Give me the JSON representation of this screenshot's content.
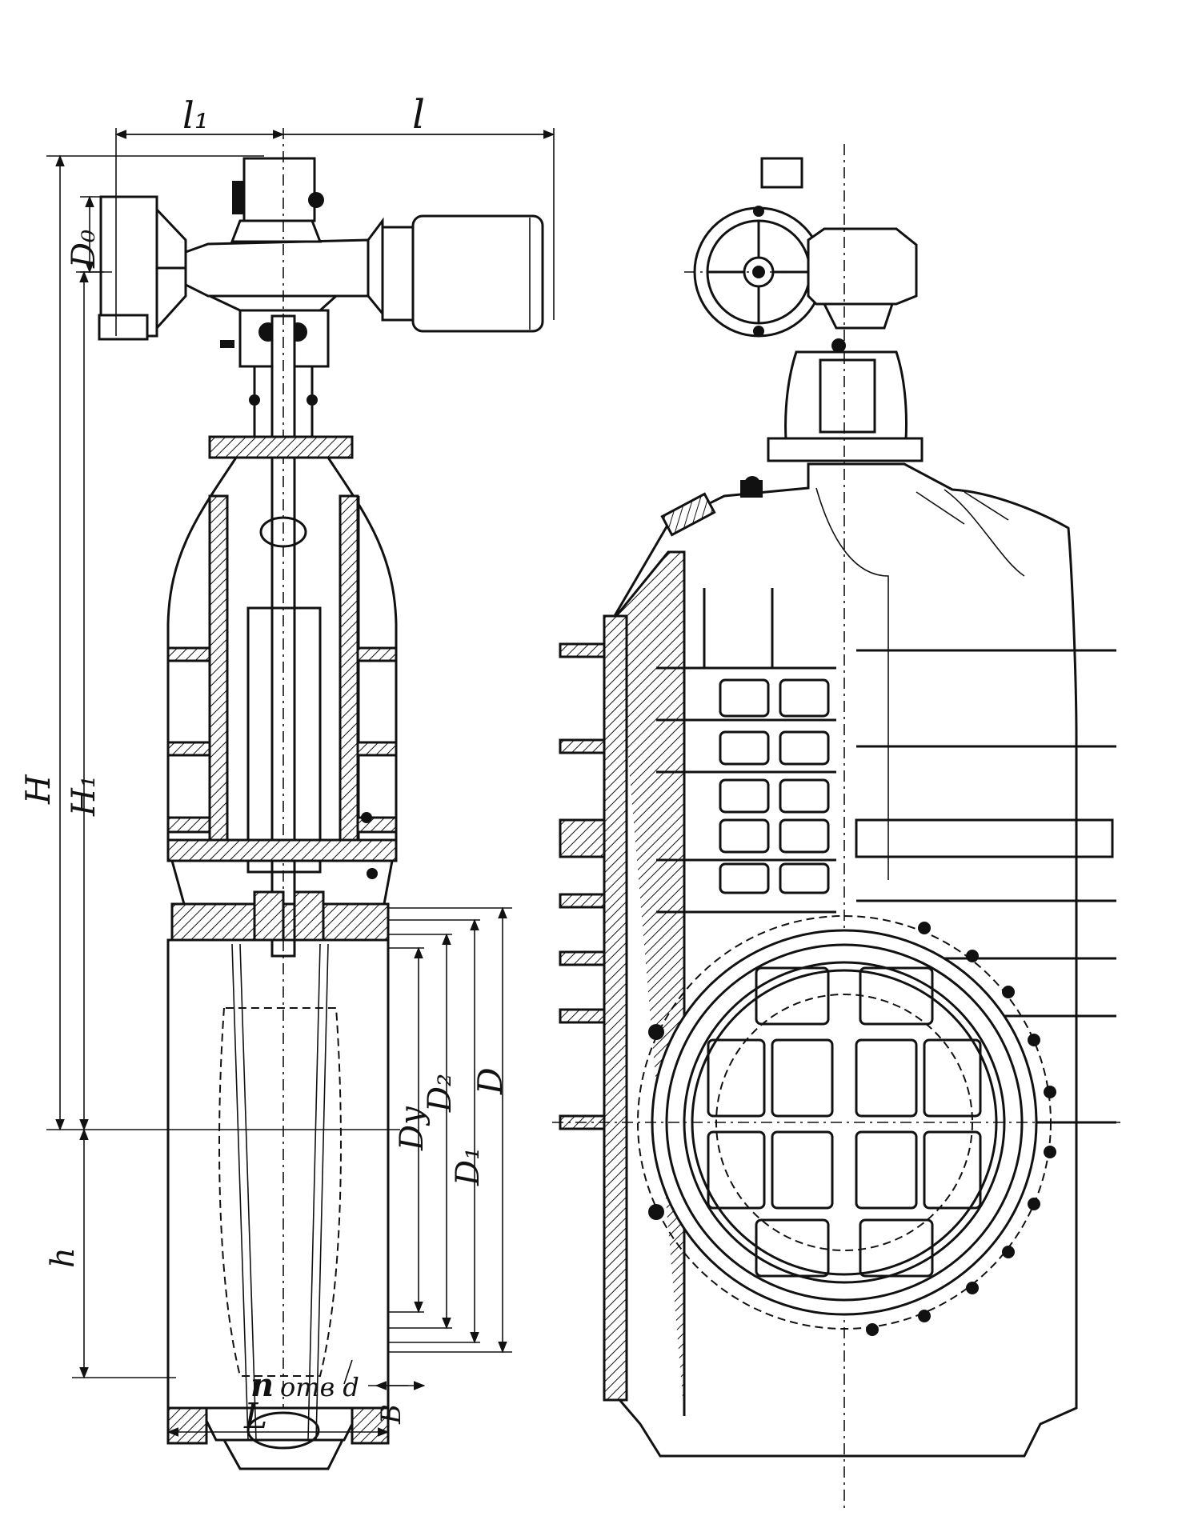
{
  "dimensions": {
    "l1": "l₁",
    "l": "l",
    "D0": "D₀",
    "H": "H",
    "H1": "H₁",
    "h": "h",
    "Dy": "Dy",
    "D2": "D₂",
    "D": "D",
    "D1": "D₁",
    "L": "L",
    "B": "B",
    "n": "n",
    "holes": "отв d"
  },
  "colors": {
    "ink": "#111111",
    "paper": "#ffffff"
  }
}
